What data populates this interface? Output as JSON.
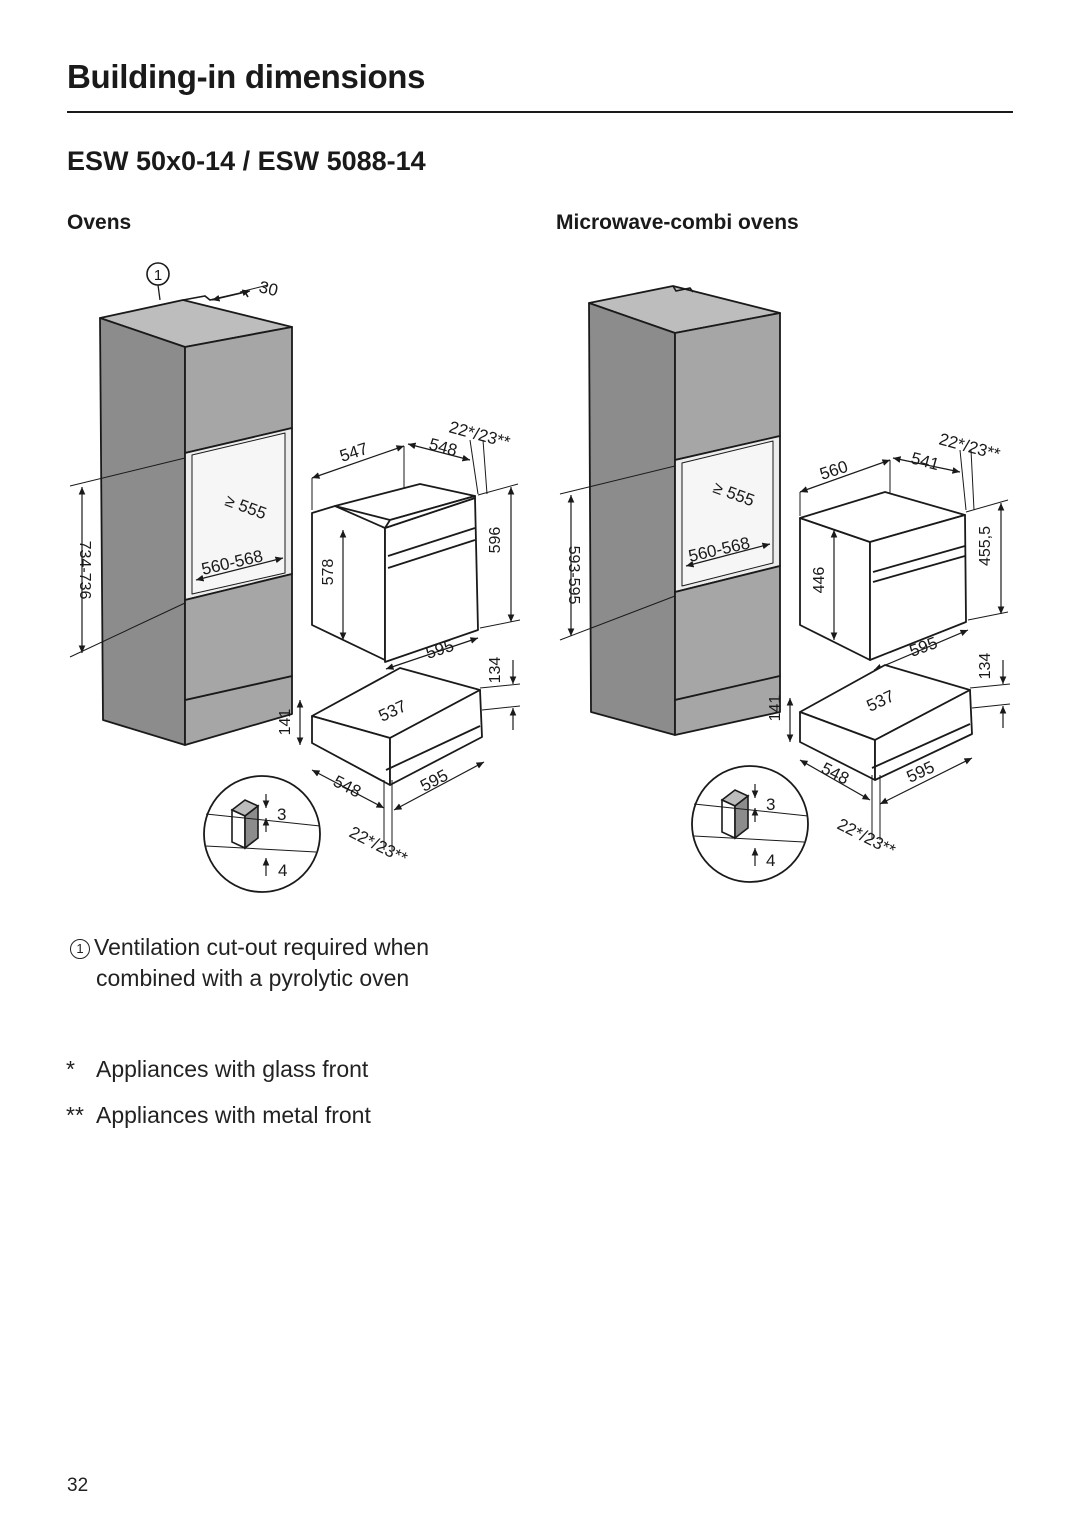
{
  "page": {
    "title": "Building-in dimensions",
    "subtitle": "ESW 50x0-14 / ESW 5088-14",
    "page_number": "32"
  },
  "sections": {
    "left_heading": "Ovens",
    "right_heading": "Microwave-combi ovens"
  },
  "diagram_left": {
    "callout": "1",
    "dims": {
      "vent": "30",
      "niche_depth": "≥ 555",
      "niche_width": "560-568",
      "niche_height": "734-736",
      "oven_depth": "547",
      "oven_body_depth": "548",
      "front_offset": "22*/23**",
      "oven_body_height": "578",
      "oven_height": "596",
      "oven_width": "595",
      "drawer_height_total": "134",
      "drawer_depth": "537",
      "drawer_height": "141",
      "drawer_body_depth": "548",
      "drawer_width": "595",
      "drawer_front_offset": "22*/23**",
      "gap_top": "3",
      "gap_bottom": "4"
    }
  },
  "diagram_right": {
    "dims": {
      "niche_depth": "≥ 555",
      "niche_width": "560-568",
      "niche_height": "593-595",
      "oven_depth": "560",
      "oven_body_depth": "541",
      "front_offset": "22*/23**",
      "oven_body_height": "446",
      "oven_height": "455,5",
      "oven_width": "595",
      "drawer_height_total": "134",
      "drawer_depth": "537",
      "drawer_height": "141",
      "drawer_body_depth": "548",
      "drawer_width": "595",
      "drawer_front_offset": "22*/23**",
      "gap_top": "3",
      "gap_bottom": "4"
    }
  },
  "notes": {
    "callout_number": "1",
    "callout_text_line1": "Ventilation cut-out required when",
    "callout_text_line2": "combined with a pyrolytic oven",
    "glass_mark": "*",
    "glass_text": "Appliances with glass front",
    "metal_mark": "**",
    "metal_text": "Appliances with metal front"
  },
  "colors": {
    "text": "#1a1a1a",
    "cabinet_front": "#8c8c8c",
    "cabinet_side": "#a6a6a6",
    "cabinet_top": "#bdbdbd",
    "niche_back": "#ececec",
    "appliance": "#ffffff"
  }
}
